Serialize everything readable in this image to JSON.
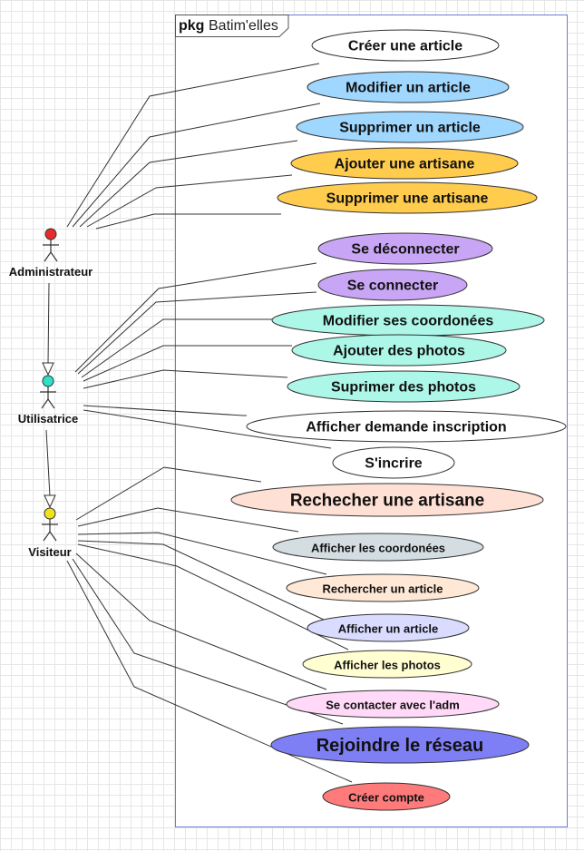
{
  "package": {
    "keyword": "pkg",
    "name": "Batim'elles"
  },
  "actors": [
    {
      "id": "admin",
      "label": "Administrateur",
      "color": "#e62b2b"
    },
    {
      "id": "user",
      "label": "Utilisatrice",
      "color": "#2ee0c8"
    },
    {
      "id": "visitor",
      "label": "Visiteur",
      "color": "#f2e21a"
    }
  ],
  "generalizations": [
    {
      "from": "admin",
      "to": "user"
    },
    {
      "from": "user",
      "to": "visitor"
    }
  ],
  "use_cases": [
    {
      "id": "uc1",
      "label": "Créer une article",
      "color": "#ffffff",
      "actor": "admin"
    },
    {
      "id": "uc2",
      "label": "Modifier un article",
      "color": "#9fd7ff",
      "actor": "admin"
    },
    {
      "id": "uc3",
      "label": "Supprimer un article",
      "color": "#9fd7ff",
      "actor": "admin"
    },
    {
      "id": "uc4",
      "label": "Ajouter une artisane",
      "color": "#ffcc4d",
      "actor": "admin"
    },
    {
      "id": "uc5",
      "label": "Supprimer une artisane",
      "color": "#ffcc4d",
      "actor": "admin"
    },
    {
      "id": "uc6",
      "label": "Se déconnecter",
      "color": "#c9a6f5",
      "actor": "user"
    },
    {
      "id": "uc7",
      "label": "Se connecter",
      "color": "#c9a6f5",
      "actor": "user"
    },
    {
      "id": "uc8",
      "label": "Modifier ses coordonées",
      "color": "#adf7e8",
      "actor": "user"
    },
    {
      "id": "uc9",
      "label": "Ajouter des photos",
      "color": "#adf7e8",
      "actor": "user"
    },
    {
      "id": "uc10",
      "label": "Suprimer des photos",
      "color": "#adf7e8",
      "actor": "user"
    },
    {
      "id": "uc11",
      "label": "Afficher demande inscription",
      "color": "#ffffff",
      "actor": "user"
    },
    {
      "id": "uc12",
      "label": "S'incrire",
      "color": "#ffffff",
      "actor": "user"
    },
    {
      "id": "uc13",
      "label": "Rechecher une artisane",
      "color": "#ffe0d5",
      "actor": "visitor"
    },
    {
      "id": "uc14",
      "label": "Afficher les coordonées",
      "color": "#d4dde2",
      "actor": "visitor"
    },
    {
      "id": "uc15",
      "label": "Rechercher un article",
      "color": "#ffe8d5",
      "actor": "visitor"
    },
    {
      "id": "uc16",
      "label": "Afficher un article",
      "color": "#d9dcff",
      "actor": "visitor"
    },
    {
      "id": "uc17",
      "label": "Afficher les photos",
      "color": "#ffffd2",
      "actor": "visitor"
    },
    {
      "id": "uc18",
      "label": "Se contacter avec l'adm",
      "color": "#ffd9f7",
      "actor": "visitor"
    },
    {
      "id": "uc19",
      "label": "Rejoindre le réseau",
      "color": "#7f7ff5",
      "actor": "visitor"
    },
    {
      "id": "uc20",
      "label": "Créer compte",
      "color": "#ff7a7a",
      "actor": "visitor"
    }
  ]
}
